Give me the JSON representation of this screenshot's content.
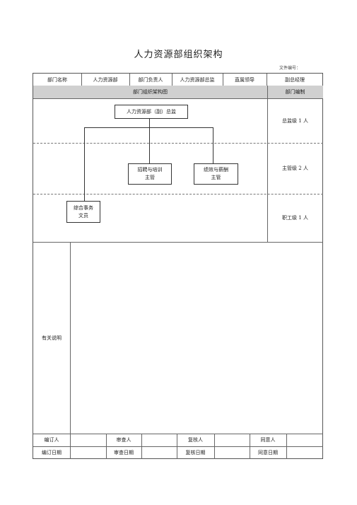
{
  "title": "人力资源部组织架构",
  "doc_number_label": "文件编号：",
  "header_row": {
    "dept_name_label": "部门名称",
    "dept_name_value": "人力资源部",
    "head_label": "部门负责人",
    "head_value": "人力资源部总监",
    "leader_label": "直属领导",
    "leader_value": "副总经理"
  },
  "section_header": {
    "chart_label": "部门组织架构图",
    "staffing_label": "部门编制"
  },
  "org": {
    "top": "人力资源部（副）总监",
    "mid_left_line1": "招聘与培训",
    "mid_left_line2": "主管",
    "mid_right_line1": "绩效与薪酬",
    "mid_right_line2": "主管",
    "bottom_line1": "综合事务",
    "bottom_line2": "文员"
  },
  "staffing": {
    "director": "总监级 1 人",
    "supervisor": "主管级 2 人",
    "staff": "职工级 1 人"
  },
  "notes_label": "有关说明",
  "footer": {
    "row1": [
      "编订人",
      "",
      "审查人",
      "",
      "复核人",
      "",
      "同意人",
      ""
    ],
    "row2": [
      "编订日期",
      "",
      "审查日期",
      "",
      "复核日期",
      "",
      "同意日期",
      ""
    ]
  }
}
